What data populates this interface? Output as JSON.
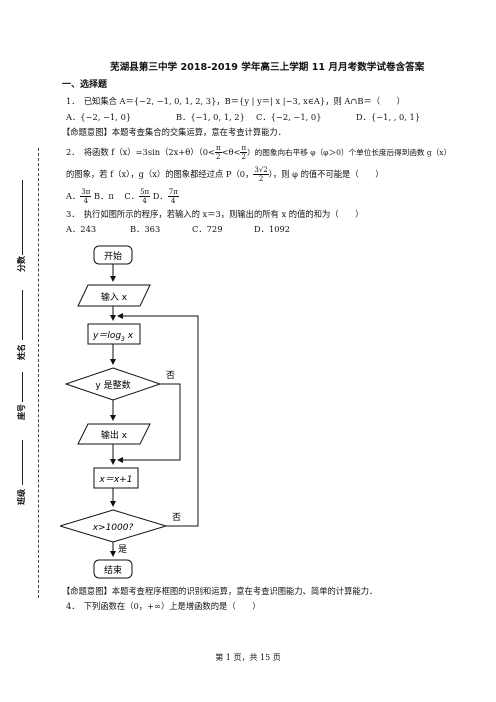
{
  "title": "芜湖县第三中学 2018-2019 学年高三上学期 11 月月考数学试卷含答案",
  "section_heading": "一、选择题",
  "q1": {
    "stem": "1．　已知集合 A＝{−2, −1, 0, 1, 2, 3}，B＝{y | y＝| x |−3, x∈A}，则 A∩B＝（　　）",
    "options": [
      "A．{−2, −1, 0}",
      "B．{−1, 0, 1, 2}",
      "C．{−2, −1, 0}",
      "D．{−1, , 0, 1}"
    ],
    "note": "【命题意图】本题考查集合的交集运算，意在考查计算能力．"
  },
  "q2": {
    "line1_a": "2．　将函数 f（x）=3sin（2x+θ）（0<",
    "line1_b": "<θ<",
    "line1_c": "）的图象向右平移 φ（φ＞0）个单位长度后得到函数 g（x）",
    "line1_frac_num": "π",
    "line1_frac_den": "2",
    "line2_a": "的图象，若 f（x），g（x）的图象都经过点 P（0，",
    "line2_frac_num": "3√2",
    "line2_frac_den": "2",
    "line2_b": "），则 φ 的值不可能是（　　）",
    "opt_a_label": "A．",
    "opt_a_num": "3π",
    "opt_a_den": "4",
    "opt_b": "B．π",
    "opt_c_label": "C．",
    "opt_c_num": "5π",
    "opt_c_den": "4",
    "opt_d_label": "D．",
    "opt_d_num": "7π",
    "opt_d_den": "4"
  },
  "q3": {
    "stem": "3．　执行如图所示的程序，若输入的 x＝3，则输出的所有 x 的值的和为（　　）",
    "options": [
      "A．243",
      "B．363",
      "C．729",
      "D．1092"
    ],
    "note": "【命题意图】本题考查程序框图的识别和运算，意在考查识图能力、简单的计算能力．"
  },
  "flowchart": {
    "start": "开始",
    "input": "输入 x",
    "assign_log": "y＝log",
    "assign_log_base": "3",
    "assign_log_arg": " x",
    "is_integer": "y 是整数",
    "output": "输出 x",
    "increment": "x＝x+1",
    "condition": "x>1000?",
    "no_label_1": "否",
    "no_label_2": "否",
    "yes_label": "是",
    "end": "结束"
  },
  "q4": {
    "stem": "4．　下列函数在（0，+∞）上是增函数的是（　　）"
  },
  "sidebar": {
    "score": "分数",
    "name": "姓名",
    "seat": "座号",
    "class": "班级"
  },
  "footer": "第 1 页，共 15 页"
}
